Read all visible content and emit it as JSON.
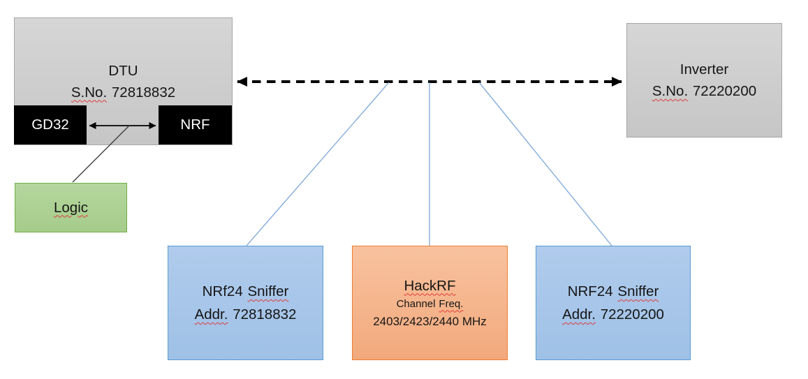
{
  "dtu": {
    "title": "DTU",
    "serial_label": "S.No.",
    "serial_number": "72818832",
    "gd32_label": "GD32",
    "nrf_label": "NRF"
  },
  "logic": {
    "label": "Logic"
  },
  "inverter": {
    "title": "Inverter",
    "serial_label": "S.No.",
    "serial_number": "72220200"
  },
  "sniffer_left": {
    "name_prefix": "NRf24",
    "name_word": "Sniffer",
    "addr_label": "Addr.",
    "addr_value": "72818832"
  },
  "hackrf": {
    "title": "HackRF",
    "channel_label": "Channel",
    "freq_label": "Freq.",
    "frequencies": "2403/2423/2440 MHz"
  },
  "sniffer_right": {
    "name_prefix": "NRF24",
    "name_word": "Sniffer",
    "addr_label": "Addr.",
    "addr_value": "72220200"
  },
  "colors": {
    "gray_fill": "#cdcdcd",
    "gray_border": "#a6a6a6",
    "chip_black": "#000000",
    "green_fill": "#abd094",
    "green_border": "#70ad47",
    "blue_fill": "#a8c6e8",
    "blue_border": "#5b9bd5",
    "orange_fill": "#f5b58b",
    "orange_border": "#ed7d31",
    "connector_blue": "#7ca6d9",
    "arrow_black": "#000000",
    "squiggle_red": "#e03b3b"
  }
}
